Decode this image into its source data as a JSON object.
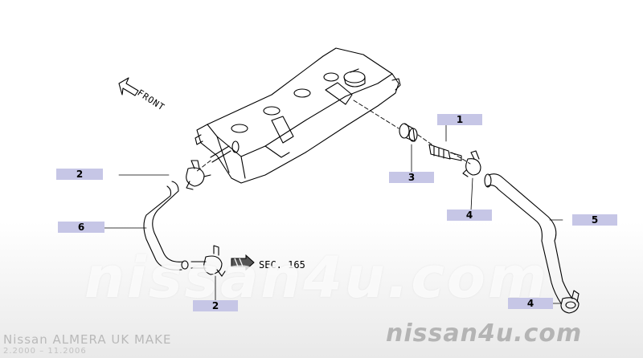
{
  "diagram": {
    "front_label": "FRONT",
    "section_ref": "SEC. 165",
    "callouts": [
      "1",
      "2",
      "3",
      "4",
      "5",
      "6",
      "2",
      "4"
    ]
  },
  "footer": {
    "model": "Nissan ALMERA UK MAKE",
    "dates": "2.2000 – 11.2006",
    "brand": "nissan4u.com"
  },
  "watermark": "nissan4u.com"
}
